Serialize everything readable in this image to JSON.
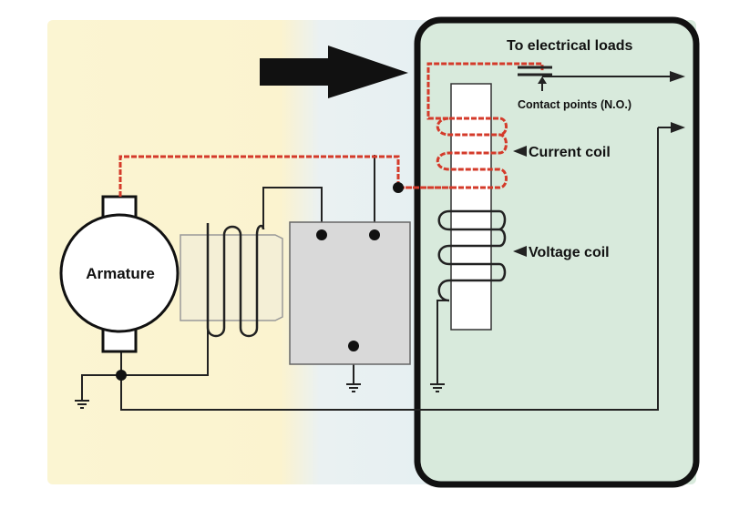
{
  "labels": {
    "armature": "Armature",
    "to_loads": "To electrical loads",
    "contact_points": "Contact points (N.O.)",
    "current_coil": "Current coil",
    "voltage_coil": "Voltage coil"
  },
  "colors": {
    "panel_left": "#fbf5d2",
    "panel_mid": "#e8f1f3",
    "panel_right": "#d8eadc",
    "current_path": "#d43a2a",
    "wire": "#222222",
    "regulator_box": "#d9d9d9"
  }
}
